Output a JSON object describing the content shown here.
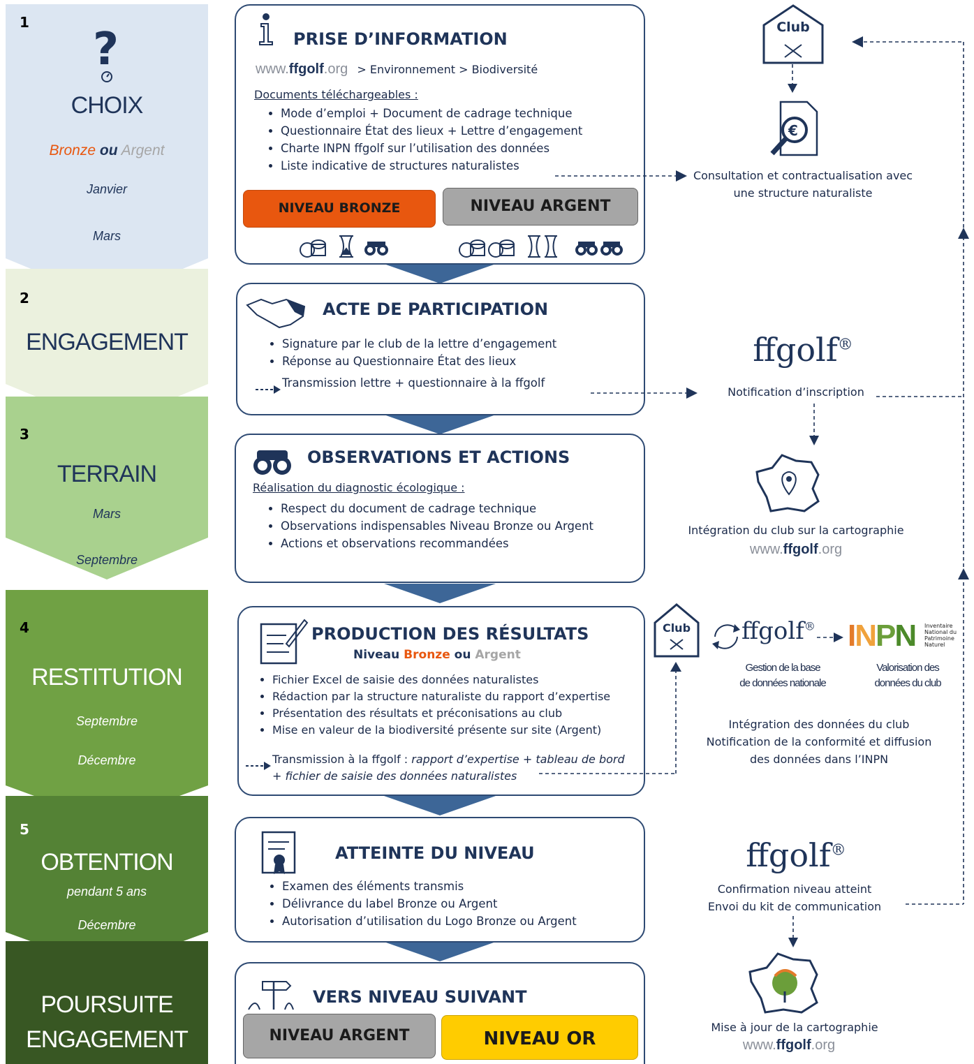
{
  "colors": {
    "navy": "#1f3459",
    "bronze": "#e8570f",
    "argent": "#a6a6a6",
    "or": "#ffcc00"
  },
  "steps": [
    {
      "num": "1",
      "title": "CHOIX",
      "sub1": "Bronze",
      "sub_ou": "ou",
      "sub2": "Argent",
      "d1": "Janvier",
      "d2": "Mars"
    },
    {
      "num": "2",
      "title": "ENGAGEMENT"
    },
    {
      "num": "3",
      "title": "TERRAIN",
      "d1": "Mars",
      "d2": "Septembre"
    },
    {
      "num": "4",
      "title": "RESTITUTION",
      "d1": "Septembre",
      "d2": "Décembre"
    },
    {
      "num": "5",
      "title": "OBTENTION",
      "sub": "pendant 5 ans",
      "d1": "Décembre"
    },
    {
      "title1": "POURSUITE",
      "title2": "ENGAGEMENT"
    }
  ],
  "box1": {
    "title": "PRISE D’INFORMATION",
    "www_pre": "www.",
    "www_brand": "ffgolf",
    "www_post": ".org",
    "path": "> Environnement > Biodiversité",
    "docs": "Documents téléchargeables :",
    "items": [
      "Mode d’emploi + Document de cadrage technique",
      "Questionnaire État des lieux + Lettre d’engagement",
      "Charte INPN ffgolf sur l’utilisation des données",
      "Liste indicative de structures naturalistes"
    ],
    "btn_bronze": "NIVEAU BRONZE",
    "btn_argent": "NIVEAU ARGENT"
  },
  "box2": {
    "title": "ACTE DE PARTICIPATION",
    "items": [
      "Signature par le club de la lettre d’engagement",
      "Réponse au Questionnaire État des lieux"
    ],
    "transmission": "Transmission lettre + questionnaire à la ffgolf"
  },
  "box3": {
    "title": "OBSERVATIONS ET ACTIONS",
    "sub": "Réalisation du diagnostic écologique :",
    "items": [
      "Respect du document de cadrage technique",
      "Observations indispensables Niveau Bronze ou Argent",
      "Actions et observations recommandées"
    ]
  },
  "box4": {
    "title": "PRODUCTION DES RÉSULTATS",
    "sub_a": "Niveau",
    "sub_b": "Bronze",
    "sub_c": "ou",
    "sub_d": "Argent",
    "items": [
      "Fichier Excel de saisie des données naturalistes",
      "Rédaction par la structure naturaliste du rapport d’expertise",
      "Présentation des résultats et préconisations au club",
      "Mise en valeur de la biodiversité présente sur site (Argent)"
    ],
    "trans_a": "Transmission à la ffgolf :",
    "trans_b": "rapport d’expertise + tableau de bord",
    "trans_c": "+ fichier de saisie des données naturalistes"
  },
  "box5": {
    "title": "ATTEINTE DU NIVEAU",
    "items": [
      "Examen des éléments transmis",
      "Délivrance du label Bronze ou Argent",
      "Autorisation d’utilisation du Logo Bronze ou Argent"
    ]
  },
  "box6": {
    "title": "VERS NIVEAU SUIVANT",
    "btn_argent": "NIVEAU ARGENT",
    "btn_or": "NIVEAU OR"
  },
  "right": {
    "club": "Club",
    "consult1": "Consultation et contractualisation avec",
    "consult2": "une structure naturaliste",
    "ffgolf": "ffgolf",
    "notif": "Notification d’inscription",
    "integ1": "Intégration du club sur la cartographie",
    "gest1": "Gestion de la base",
    "gest2": "de données nationale",
    "val1": "Valorisation des",
    "val2": "données du club",
    "inpn": "INPN",
    "inpn_t1": "Inventaire",
    "inpn_t2": "National du",
    "inpn_t3": "Patrimoine",
    "inpn_t4": "Naturel",
    "idc1": "Intégration des données du club",
    "idc2": "Notification de la conformité et diffusion",
    "idc3": "des données dans l’INPN",
    "conf1": "Confirmation niveau atteint",
    "conf2": "Envoi du kit de communication",
    "maj": "Mise à jour de la cartographie"
  }
}
